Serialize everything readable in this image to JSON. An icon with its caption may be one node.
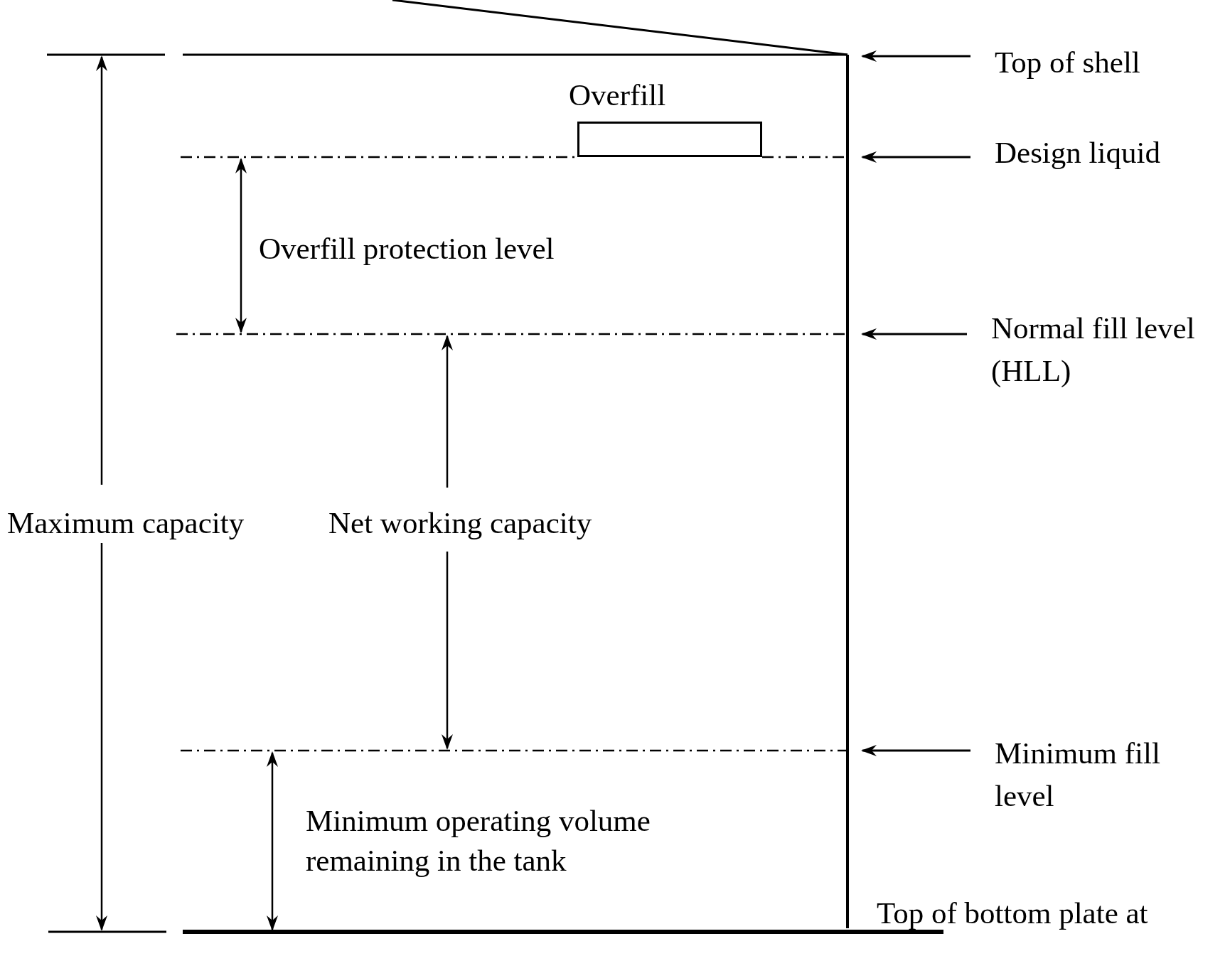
{
  "diagram": {
    "nodes": [
      {
        "text": [
          "Top of shell"
        ]
      },
      {
        "text": [
          "Overfill"
        ]
      },
      {
        "text": [
          "Design liquid"
        ]
      },
      {
        "text": [
          "Normal fill level (HLL)"
        ]
      },
      {
        "text": [
          "Minimum fill level"
        ]
      }
    ],
    "edges": [
      {
        "from": 0,
        "to": null,
        "arrow": "to"
      },
      {
        "from": 2,
        "to": null,
        "arrow": "to"
      },
      {
        "from": 3,
        "to": null,
        "arrow": "to"
      },
      {
        "from": 4,
        "to": null,
        "arrow": "to"
      }
    ],
    "labels": [
      "Overfill protection level",
      "Maximum capacity",
      "Net working capacity",
      "Minimum operating volume remaining in the tank",
      "Top of bottom plate at"
    ]
  }
}
